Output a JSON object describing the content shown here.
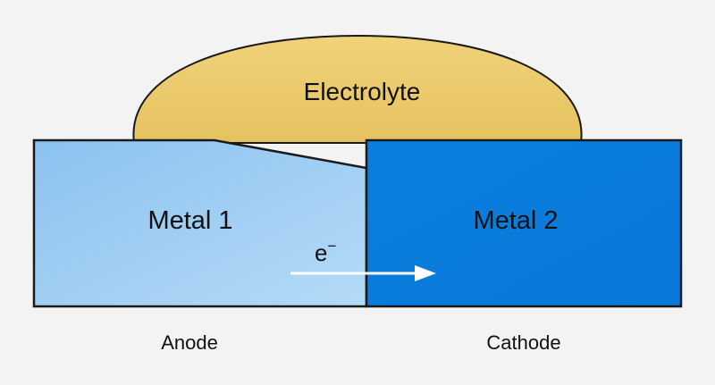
{
  "labels": {
    "electrolyte": "Electrolyte",
    "metal1": "Metal 1",
    "metal2": "Metal 2",
    "electron": "e",
    "electron_sup": "−",
    "anode": "Anode",
    "cathode": "Cathode"
  },
  "colors": {
    "background": "#f3f3f3",
    "electrolyte_fill": "#ecc96a",
    "metal1_fill": "#9fcdf3",
    "metal2_fill": "#0a84e4",
    "outline": "#1a1a1a",
    "arrow": "#ffffff"
  }
}
